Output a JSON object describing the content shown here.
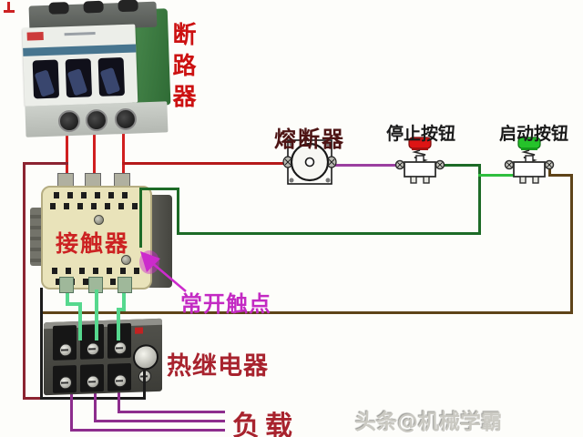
{
  "diagram": {
    "title_context": "motor control wiring diagram",
    "labels": {
      "circuit_breaker": "断路器",
      "fuse": "熔断器",
      "stop_button": "停止按钮",
      "start_button": "启动按钮",
      "contactor": "接触器",
      "no_contact": "常开触点",
      "thermal_relay": "热继电器",
      "load": "负载"
    },
    "watermark": "头条@机械学霸",
    "colors": {
      "breaker_wire_red": "#d01f1f",
      "supply_loop_maroon": "#8c2431",
      "fuse_to_stop_purple": "#9b3fa0",
      "control_dark_green": "#1d6b27",
      "start_link_bright_green": "#2fbf3f",
      "start_return_brown": "#5e4318",
      "relay_black_wire": "#1c1c1c",
      "contactor_to_relay_green": "#56d88e",
      "load_purple": "#8d2d8d",
      "stop_cap_red": "#dd1414",
      "start_cap_green": "#25c32a",
      "label_red": "#cc1111",
      "label_dark_maroon": "#4d1414",
      "label_crimson": "#a8232e",
      "label_magenta": "#c32ac3",
      "label_black": "#1a1a1a"
    }
  }
}
